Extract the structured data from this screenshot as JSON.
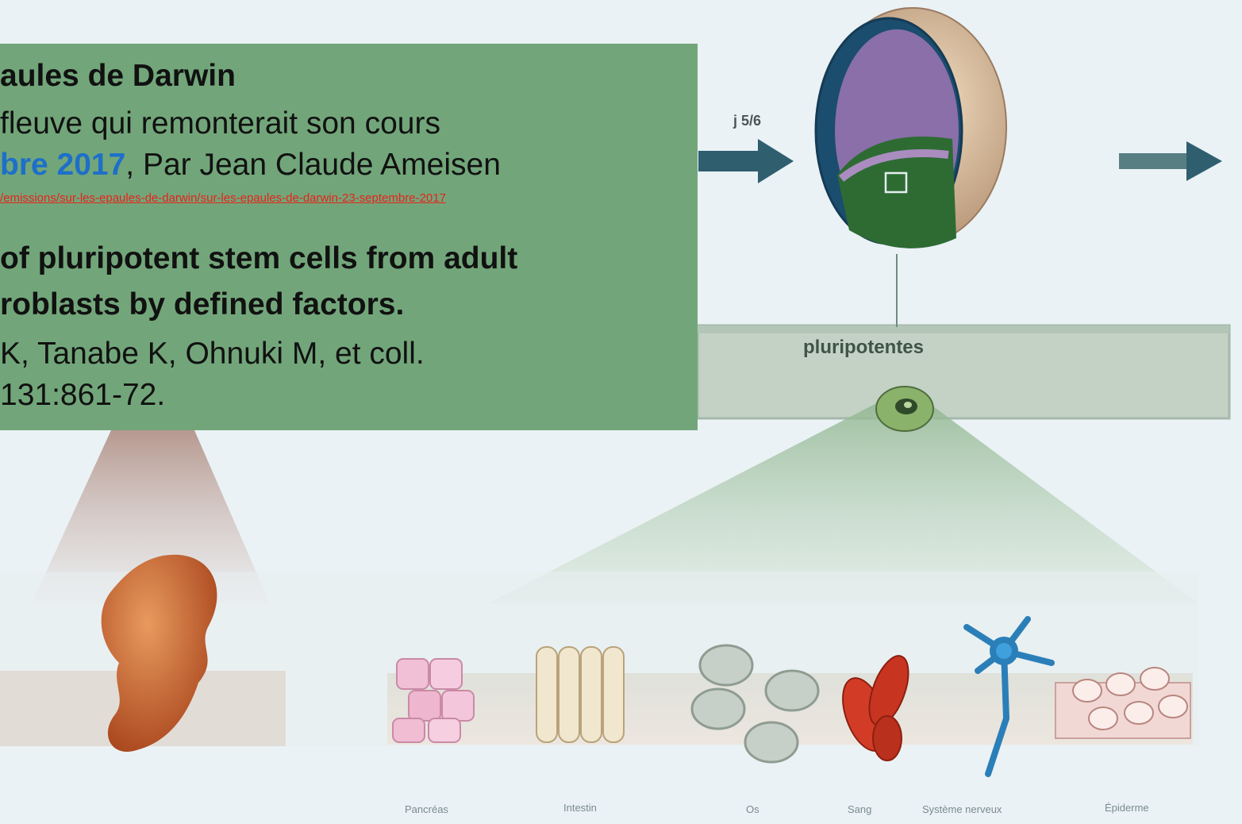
{
  "panel": {
    "line1": "aules de Darwin",
    "line2": " fleuve qui remonterait son cours",
    "line3_date": "bre 2017",
    "line3_rest": ",  Par Jean Claude Ameisen",
    "url": "/emissions/sur-les-epaules-de-darwin/sur-les-epaules-de-darwin-23-septembre-2017",
    "line4": "of pluripotent stem cells from adult",
    "line5": "roblasts  by defined factors.",
    "line6": "K, Tanabe K, Ohnuki M, et coll.",
    "line7": "131:861-72."
  },
  "diagram": {
    "day_label": "j 5/6",
    "stage_label": "pluripotentes",
    "tissues": [
      "Pancréas",
      "Intestin",
      "Os",
      "Sang",
      "Système nerveux",
      "Épiderme"
    ]
  },
  "colors": {
    "panel_bg": "#72a67a",
    "link_date": "#1e6fc9",
    "url": "#e8221a",
    "arrow": "#2f5e6f",
    "band": "#c2d1c4"
  }
}
